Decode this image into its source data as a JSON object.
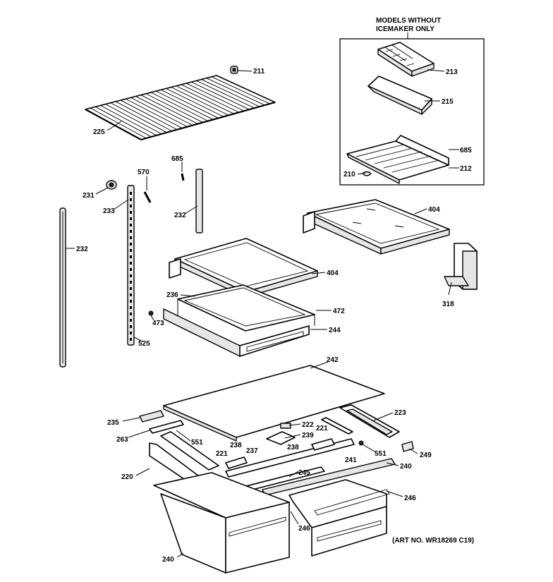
{
  "inset": {
    "title_line1": "MODELS WITHOUT",
    "title_line2": "ICEMAKER ONLY"
  },
  "art_number": "(ART NO. WR18269 C19)",
  "callouts": [
    {
      "id": "c211",
      "text": "211"
    },
    {
      "id": "c225",
      "text": "225"
    },
    {
      "id": "c213",
      "text": "213"
    },
    {
      "id": "c215",
      "text": "215"
    },
    {
      "id": "c685a",
      "text": "685"
    },
    {
      "id": "c210",
      "text": "210"
    },
    {
      "id": "c212",
      "text": "212"
    },
    {
      "id": "c685b",
      "text": "685"
    },
    {
      "id": "c570",
      "text": "570"
    },
    {
      "id": "c231",
      "text": "231"
    },
    {
      "id": "c233",
      "text": "233"
    },
    {
      "id": "c232a",
      "text": "232"
    },
    {
      "id": "c232b",
      "text": "232"
    },
    {
      "id": "c404a",
      "text": "404"
    },
    {
      "id": "c404b",
      "text": "404"
    },
    {
      "id": "c318",
      "text": "318"
    },
    {
      "id": "c236",
      "text": "236"
    },
    {
      "id": "c472",
      "text": "472"
    },
    {
      "id": "c473",
      "text": "473"
    },
    {
      "id": "c244",
      "text": "244"
    },
    {
      "id": "c525",
      "text": "525"
    },
    {
      "id": "c242",
      "text": "242"
    },
    {
      "id": "c235",
      "text": "235"
    },
    {
      "id": "c223",
      "text": "223"
    },
    {
      "id": "c222",
      "text": "222"
    },
    {
      "id": "c221a",
      "text": "221"
    },
    {
      "id": "c263",
      "text": "263"
    },
    {
      "id": "c239",
      "text": "239"
    },
    {
      "id": "c551a",
      "text": "551"
    },
    {
      "id": "c238a",
      "text": "238"
    },
    {
      "id": "c238b",
      "text": "238"
    },
    {
      "id": "c551b",
      "text": "551"
    },
    {
      "id": "c249",
      "text": "249"
    },
    {
      "id": "c221b",
      "text": "221"
    },
    {
      "id": "c237",
      "text": "237"
    },
    {
      "id": "c220",
      "text": "220"
    },
    {
      "id": "c241",
      "text": "241"
    },
    {
      "id": "c240a",
      "text": "240"
    },
    {
      "id": "c245",
      "text": "245"
    },
    {
      "id": "c246a",
      "text": "246"
    },
    {
      "id": "c246b",
      "text": "246"
    },
    {
      "id": "c240b",
      "text": "240"
    }
  ]
}
